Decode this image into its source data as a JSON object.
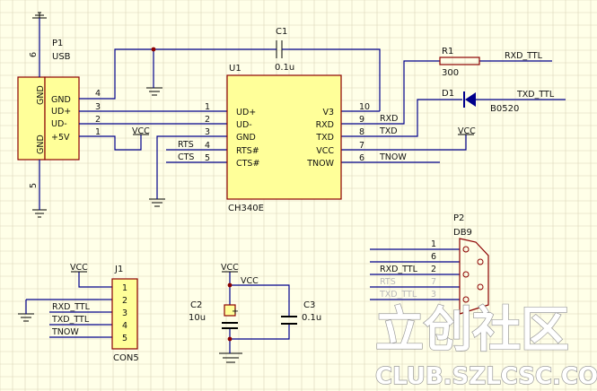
{
  "components": {
    "p1": {
      "ref": "P1",
      "name": "USB",
      "pins": [
        "GND",
        "UD+",
        "UD-",
        "+5V"
      ],
      "side_labels": [
        "GND",
        "GND"
      ],
      "pin_numbers": [
        "4",
        "3",
        "2",
        "1"
      ],
      "shield_numbers": [
        "6",
        "5"
      ]
    },
    "u1": {
      "ref": "U1",
      "name": "CH340E",
      "left_pins": [
        "UD+",
        "UD-",
        "GND",
        "RTS#",
        "CTS#"
      ],
      "left_numbers": [
        "1",
        "2",
        "3",
        "4",
        "5"
      ],
      "right_pins": [
        "V3",
        "RXD",
        "TXD",
        "VCC",
        "TNOW"
      ],
      "right_numbers": [
        "10",
        "9",
        "8",
        "7",
        "6"
      ]
    },
    "c1": {
      "ref": "C1",
      "value": "0.1u"
    },
    "r1": {
      "ref": "R1",
      "value": "300"
    },
    "d1": {
      "ref": "D1",
      "value": "B0520"
    },
    "p2": {
      "ref": "P2",
      "name": "DB9",
      "pin_numbers": [
        "1",
        "6",
        "2",
        "7",
        "3"
      ]
    },
    "j1": {
      "ref": "J1",
      "name": "CON5",
      "pin_numbers": [
        "1",
        "2",
        "3",
        "4",
        "5"
      ]
    },
    "c2": {
      "ref": "C2",
      "value": "10u",
      "plus": "+"
    },
    "c3": {
      "ref": "C3",
      "value": "0.1u"
    }
  },
  "nets": {
    "vcc": "VCC",
    "rts": "RTS",
    "cts": "CTS",
    "rxd": "RXD",
    "txd": "TXD",
    "tnow": "TNOW",
    "rxd_ttl": "RXD_TTL",
    "txd_ttl": "TXD_TTL"
  },
  "watermark": {
    "title": "立创社区",
    "url": "CLUB.SZLCSC.COM"
  },
  "colors": {
    "background": "#ffffe8",
    "grid": "#dcd6b8",
    "wire": "#00008c",
    "body_fill": "#ffff99",
    "body_stroke": "#8c0000"
  }
}
